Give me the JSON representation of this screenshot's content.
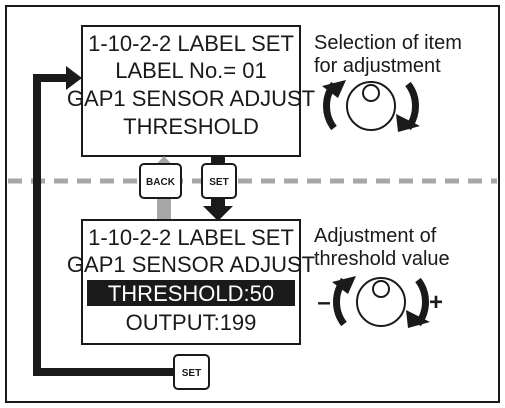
{
  "top_screen": {
    "lines": [
      "1-10-2-2 LABEL SET",
      "LABEL No.= 01",
      "GAP1 SENSOR ADJUST",
      "THRESHOLD"
    ]
  },
  "bottom_screen": {
    "lines": [
      "1-10-2-2 LABEL SET",
      "GAP1 SENSOR ADJUST",
      "THRESHOLD:50",
      "OUTPUT:199"
    ],
    "highlighted_line": "THRESHOLD:50"
  },
  "captions": {
    "top": [
      "Selection of item",
      "for adjustment"
    ],
    "bottom": [
      "Adjustment of",
      "threshold value"
    ]
  },
  "keys": {
    "back": "BACK",
    "set_middle": "SET",
    "set_bottom": "SET"
  },
  "knob_signs": {
    "minus": "–",
    "plus": "+"
  },
  "colors": {
    "line": "#1a1a1a",
    "back_arrow": "#a6a6a6",
    "divider": "#a6a6a6",
    "highlight_bg": "#1a1a1a"
  }
}
